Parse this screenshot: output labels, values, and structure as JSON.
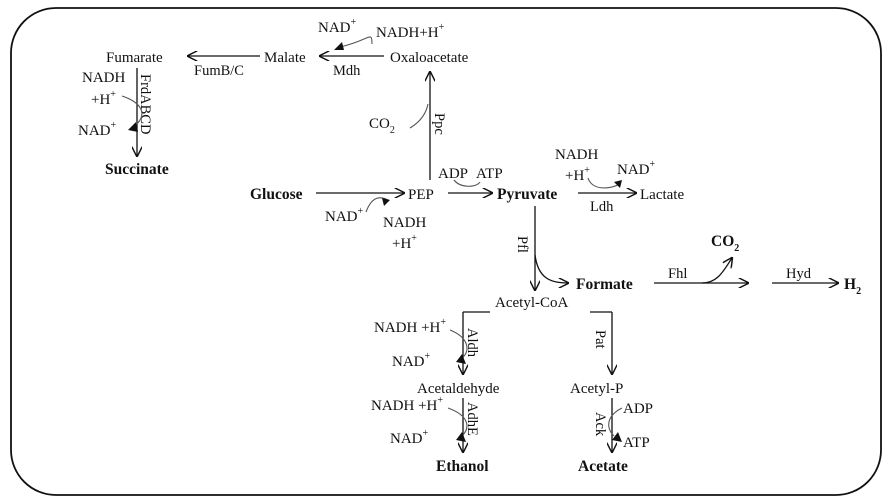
{
  "metabolites": {
    "fumarate": "Fumarate",
    "malate": "Malate",
    "oxaloacetate": "Oxaloacetate",
    "succinate": "Succinate",
    "glucose": "Glucose",
    "pep": "PEP",
    "pyruvate": "Pyruvate",
    "lactate": "Lactate",
    "formate": "Formate",
    "co2_formate": "CO",
    "co2_formate_sub": "2",
    "h2": "H",
    "h2_sub": "2",
    "acetyl_coa": "Acetyl-CoA",
    "acetaldehyde": "Acetaldehyde",
    "ethanol": "Ethanol",
    "acetyl_p": "Acetyl-P",
    "acetate": "Acetate"
  },
  "enzymes": {
    "fumbc": "FumB/C",
    "mdh": "Mdh",
    "frdabcd": "FrdABCD",
    "ppc": "Ppc",
    "ldh": "Ldh",
    "pfl": "Pfl",
    "fhl": "Fhl",
    "hyd": "Hyd",
    "aldh": "Aldh",
    "adhe": "AdhE",
    "pat": "Pat",
    "ack": "Ack"
  },
  "cofactors": {
    "mdh_nad": "NAD",
    "mdh_nadh": "NADH+H",
    "frd_nadh": "NADH",
    "frd_h": "+H",
    "frd_nad": "NAD",
    "ppc_co2": "CO",
    "ppc_co2_sub": "2",
    "gly_nad": "NAD",
    "gly_nadh": "NADH",
    "gly_h": "+H",
    "pk_adp": "ADP",
    "pk_atp": "ATP",
    "ldh_nadh": "NADH",
    "ldh_h": "+H",
    "ldh_nad": "NAD",
    "aldh_nadh": "NADH +H",
    "aldh_nad": "NAD",
    "adhe_nadh": "NADH +H",
    "adhe_nad": "NAD",
    "ack_adp": "ADP",
    "ack_atp": "ATP",
    "plus": "+"
  }
}
